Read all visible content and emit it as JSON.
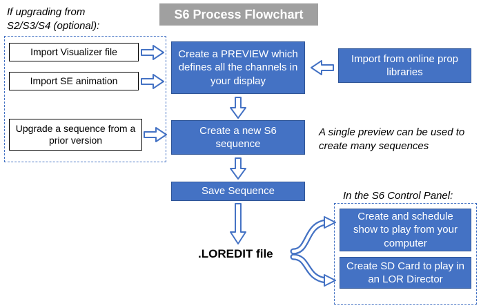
{
  "title": "S6 Process Flowchart",
  "left_panel": {
    "heading": "If upgrading from S2/S3/S4 (optional):",
    "items": [
      {
        "label": "Import Visualizer file"
      },
      {
        "label": "Import SE animation"
      },
      {
        "label": "Upgrade a sequence from a prior version"
      }
    ]
  },
  "main_flow": {
    "preview": "Create a PREVIEW which defines all the channels in your display",
    "sequence": "Create a new S6 sequence",
    "save": "Save Sequence",
    "output": ".LOREDIT file"
  },
  "right_panel": {
    "import_libraries": "Import from online prop libraries",
    "preview_note": "A single preview can be used to create many sequences",
    "control_panel_heading": "In the S6 Control Panel:",
    "control_panel_items": [
      {
        "label": "Create and schedule show to play from your computer"
      },
      {
        "label": "Create SD Card to play in an LOR Director"
      }
    ]
  },
  "colors": {
    "accent_blue": "#4472C4",
    "title_gray": "#A0A0A0"
  }
}
